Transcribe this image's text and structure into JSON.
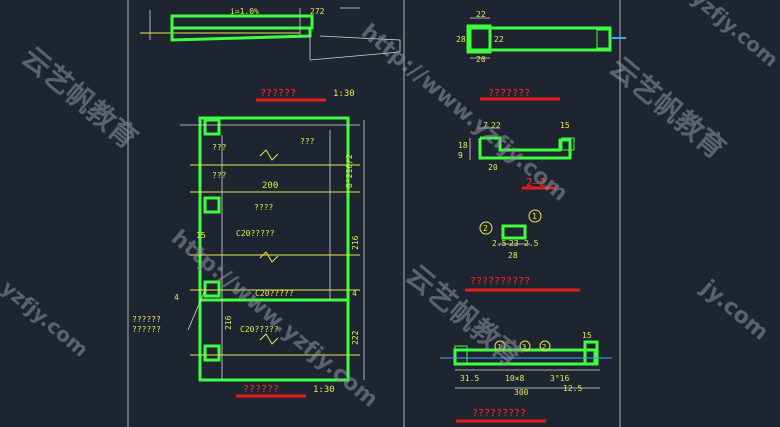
{
  "titles": {
    "top_left": "??????",
    "top_left_scale": "1:30",
    "top_right": "???????",
    "section_2": "2—2",
    "mid_right": "??????????",
    "bottom_left": "??????",
    "bottom_left_scale": "1:30",
    "bottom_right": "?????????"
  },
  "labels": {
    "slope": "i=1.0%",
    "dim_272": "272",
    "dim_22a": "22",
    "dim_28a": "28",
    "dim_22b": "22",
    "dim_20a": "20",
    "dim_7": "7",
    "dim_22c": "22",
    "dim_15a": "15",
    "dim_18": "18",
    "dim_9": "9",
    "dim_20b": "20",
    "c1": "2",
    "c2": "1",
    "dim_2p5a": "2.5",
    "dim_23": "23",
    "dim_2p5b": "2.5",
    "dim_28b": "28",
    "dim_15b": "15",
    "c3": "1",
    "c4": "3",
    "c5": "2",
    "dim_31p5": "31.5",
    "dim_10_8": "10×8",
    "dim_3_16": "3°16",
    "dim_12p5": "12.5",
    "dim_300": "300",
    "d_q1": "???",
    "d_q2": "???",
    "d_q3": "???",
    "d_200": "200",
    "d_q4": "????",
    "d_c20a": "C20?????",
    "d_c20b": "C20?????",
    "d_c20c": "C20?????",
    "d_8216": "8°216/2",
    "d_216": "216",
    "d_222": "222",
    "d_4a": "4",
    "d_4b": "4",
    "d_15": "15",
    "d_216b": "216",
    "d_left1": "??????",
    "d_left2": "??????"
  },
  "watermarks": {
    "cn": "云艺帆教育",
    "url": "http://www.yzfjy.com",
    "url_short": "yzfjy.com",
    "jy": "jy.com"
  }
}
